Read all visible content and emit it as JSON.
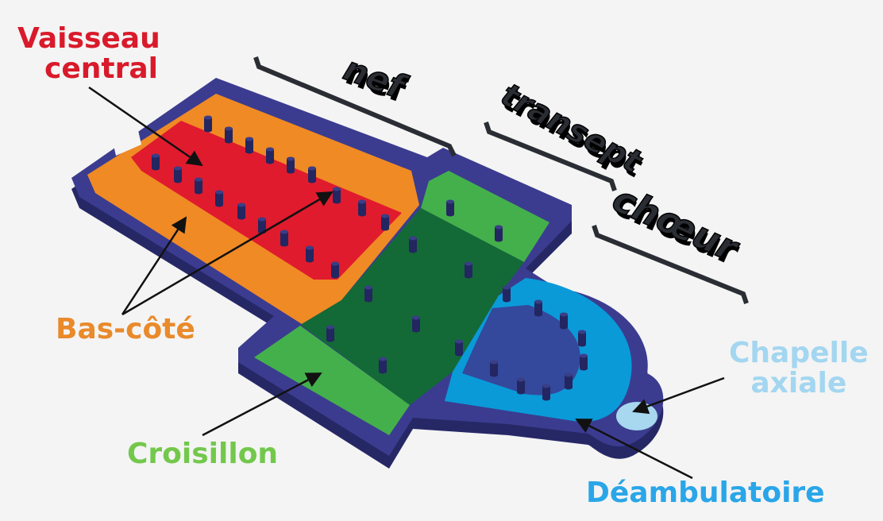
{
  "labels": {
    "vaisseau_central_line1": "Vaisseau",
    "vaisseau_central_line2": "central",
    "bas_cote": "Bas-côté",
    "croisillon": "Croisillon",
    "deambulatoire": "Déambulatoire",
    "chapelle_axiale_line1": "Chapelle",
    "chapelle_axiale_line2": "axiale"
  },
  "section_labels": {
    "nef": "nef",
    "transept": "transept",
    "choeur": "chœur"
  },
  "colors": {
    "wall": "#2e2f78",
    "wall_top": "#3b3c8f",
    "bas_cote": "#f08a24",
    "vaisseau_central": "#e01b2e",
    "croisillon": "#44b04b",
    "crossing": "#136a36",
    "ambulatory": "#0a9ad8",
    "choir_inner": "#34489c",
    "chapel": "#a7d8ef",
    "pillar": "#232660",
    "label_red": "#d91a2a",
    "label_orange": "#e98a2b",
    "label_green": "#73c84c",
    "label_blue": "#2aa6e8",
    "label_lightblue": "#a3d6f0",
    "section_text": "#2a2d33"
  }
}
